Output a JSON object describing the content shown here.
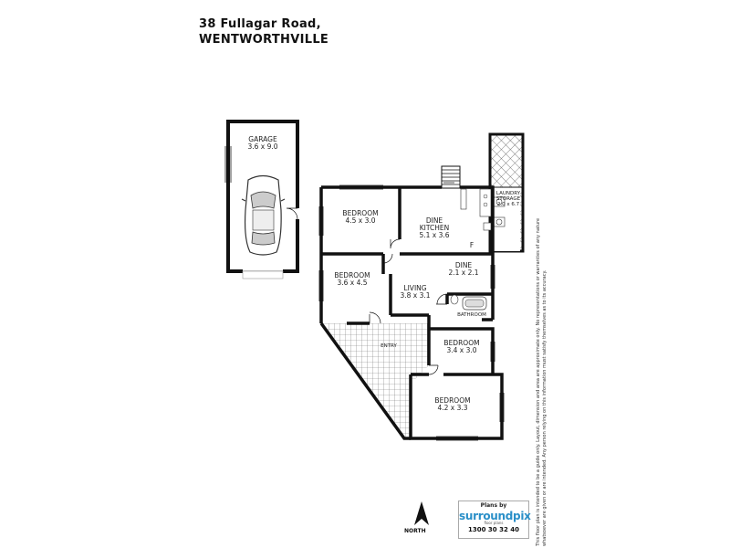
{
  "header": {
    "address_line1": "38 Fullagar Road,",
    "address_line2": "WENTWORTHVILLE"
  },
  "rooms": {
    "garage": {
      "name": "GARAGE",
      "size": "3.6 x 9.0"
    },
    "bedroom1": {
      "name": "BEDROOM",
      "size": "4.5 x 3.0"
    },
    "dine_kitchen": {
      "name": "DINE",
      "name2": "KITCHEN",
      "size": "5.1 x 3.6"
    },
    "laundry": {
      "name": "LAUNDRY",
      "name2": "STORAGE",
      "size": "2.0 x 6.7"
    },
    "bedroom2": {
      "name": "BEDROOM",
      "size": "3.6 x 4.5"
    },
    "living": {
      "name": "LIVING",
      "size": "3.8 x 3.1"
    },
    "dine": {
      "name": "DINE",
      "size": "2.1 x 2.1"
    },
    "bathroom": {
      "name": "BATHROOM"
    },
    "entry": {
      "name": "ENTRY"
    },
    "bedroom3": {
      "name": "BEDROOM",
      "size": "3.4 x 3.0"
    },
    "bedroom4": {
      "name": "BEDROOM",
      "size": "4.2 x 3.3"
    },
    "fridge_mark": "F"
  },
  "disclaimer": {
    "line1": "This floor plan is intended to be a guide only. Layout, dimension and area are approximate only. No representations or warranties of any nature",
    "line2": "whatsoever are given or are intended. Any person relying on this information must satisfy themselves as to its accuracy."
  },
  "north_label": "NORTH",
  "logo": {
    "plans_by": "Plans by",
    "brand": "surroundpix",
    "sub": "floor plans",
    "phone": "1300 30 32 40"
  },
  "colors": {
    "wall": "#111111",
    "hatch": "#555555",
    "logo_blue": "#2a8fc8"
  }
}
